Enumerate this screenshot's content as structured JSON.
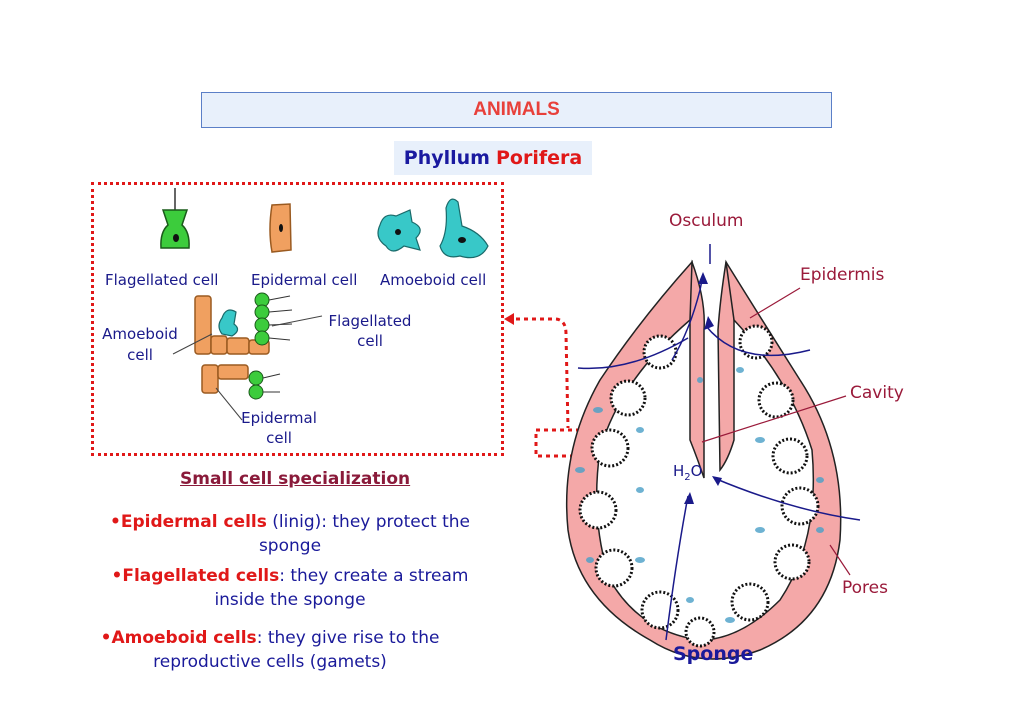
{
  "header": {
    "title": "ANIMALS"
  },
  "subtitle": {
    "part1": "Phyllum",
    "part2": "Porifera"
  },
  "cells": {
    "flagellated": "Flagellated  cell",
    "epidermal": "Epidermal  cell",
    "amoeboid": "Amoeboid  cell",
    "tissue_amoeboid_1": "Amoeboid",
    "tissue_amoeboid_2": "cell",
    "tissue_flagellated_1": "Flagellated",
    "tissue_flagellated_2": "cell",
    "tissue_epidermal_1": "Epidermal",
    "tissue_epidermal_2": "cell"
  },
  "specialization": {
    "heading": "Small  cell  specialization",
    "items": [
      {
        "bullet": "•",
        "key": "Epidermal cells",
        "rest1": " (linig): they protect the",
        "rest2": "sponge"
      },
      {
        "bullet": "•",
        "key": "Flagellated cells",
        "rest1": ": they create a stream",
        "rest2": "inside the sponge"
      },
      {
        "bullet": "•",
        "key": "Amoeboid cells",
        "rest1": ": they give rise to the",
        "rest2": "reproductive cells (gamets)"
      }
    ]
  },
  "sponge_diagram": {
    "osculum": "Osculum",
    "epidermis": "Epidermis",
    "cavity": "Cavity",
    "pores": "Pores",
    "water": "H",
    "water_sub": "2",
    "water_end": "O",
    "caption": "Sponge"
  },
  "colors": {
    "title_red": "#e8403a",
    "dotted_red": "#e01818",
    "navy": "#1a1a9a",
    "tissue_pink": "#f4a8a8",
    "cell_green": "#3ccc3c",
    "cell_cyan": "#38c8c8",
    "cell_orange": "#f0a060"
  }
}
